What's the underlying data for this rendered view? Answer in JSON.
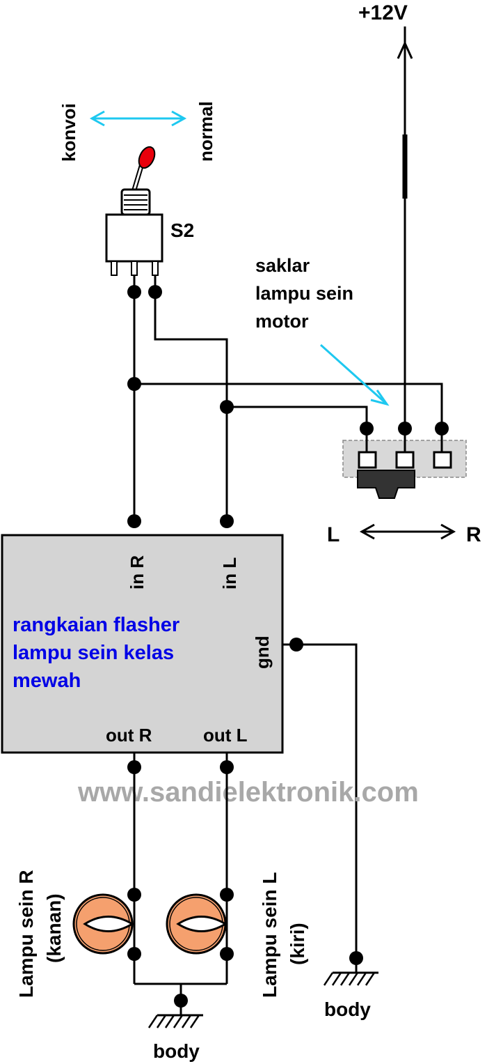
{
  "supply": {
    "label": "+12V"
  },
  "selector_switch": {
    "id": "S2",
    "left_label": "konvoi",
    "right_label": "normal",
    "arrow_color": "#1ec8f0",
    "lever_color": "#e8000c"
  },
  "turn_signal_switch": {
    "caption_lines": [
      "saklar",
      "lampu sein",
      "motor"
    ],
    "direction_left": "L",
    "direction_right": "R",
    "pointer_color": "#1ec8f0"
  },
  "flasher": {
    "title_lines": [
      "rangkaian flasher",
      "lampu sein kelas",
      "mewah"
    ],
    "title_color": "#0000e6",
    "fill_color": "#d4d4d4",
    "pins": {
      "in_r": "in R",
      "in_l": "in L",
      "gnd": "gnd",
      "out_r": "out R",
      "out_l": "out L"
    }
  },
  "lamps": {
    "fill_color": "#f5a06e",
    "right": {
      "line1": "Lampu sein R",
      "line2": "(kanan)"
    },
    "left": {
      "line1": "Lampu sein L",
      "line2": "(kiri)"
    }
  },
  "grounds": {
    "lamp_ground": "body",
    "flasher_ground": "body"
  },
  "watermark": "www.sandielektronik.com"
}
